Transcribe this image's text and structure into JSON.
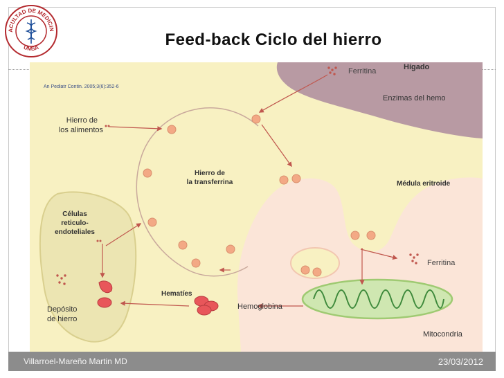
{
  "slide": {
    "title": "Feed-back Ciclo del hierro",
    "footer_author": "Villarroel-Mareño Martin MD",
    "footer_date": "23/03/2012"
  },
  "logo": {
    "top_text": "FACULTAD DE MEDICINA",
    "bottom_text": "UMSA"
  },
  "diagram": {
    "citation": "An Pediatr Contin. 2005;3(6):352-6",
    "labels": {
      "ferritina_higado": "Ferritina",
      "higado": "Hígado",
      "enzimas": "Enzimas del hemo",
      "hierro_alimentos_1": "Hierro de",
      "hierro_alimentos_2": "los alimentos",
      "transferrina_1": "Hierro de",
      "transferrina_2": "la transferrina",
      "medula": "Médula eritroide",
      "celulas_1": "Células",
      "celulas_2": "reticulo-",
      "celulas_3": "endoteliales",
      "ferritina_medula": "Ferritina",
      "hematies": "Hematíes",
      "hemoglobina": "Hemoglobina",
      "deposito_1": "Depósito",
      "deposito_2": "de hierro",
      "mitocondria": "Mitocondria"
    },
    "colors": {
      "background": "#f8f1c2",
      "liver": "#b89aa3",
      "marrow": "#fbe5d8",
      "reticulo": "#ece5b2",
      "mitochondria": "#cfe7b1",
      "iron": "#f3a985",
      "erythrocyte": "#e8565a",
      "arrow": "#c0574e"
    }
  }
}
